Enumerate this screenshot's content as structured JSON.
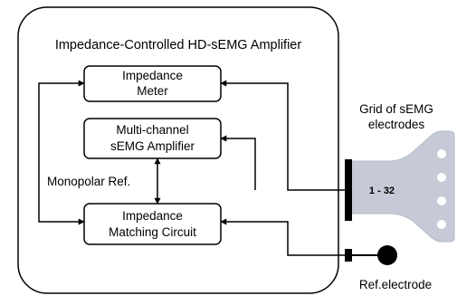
{
  "diagram": {
    "outer_title": "Impedance-Controlled HD-sEMG Amplifier",
    "boxes": {
      "impedance_meter": [
        "Impedance",
        "Meter"
      ],
      "semg_amplifier": [
        "Multi-channel",
        "sEMG Amplifier"
      ],
      "matching_circuit": [
        "Impedance",
        "Matching Circuit"
      ]
    },
    "monopolar_label": "Monopolar Ref.",
    "grid_label": [
      "Grid of sEMG",
      "electrodes"
    ],
    "grid_channels": "1 - 32",
    "ref_label": "Ref.electrode",
    "colors": {
      "stroke": "#000000",
      "grid_fill": "#c5cad6",
      "grid_hole": "#ffffff"
    }
  }
}
